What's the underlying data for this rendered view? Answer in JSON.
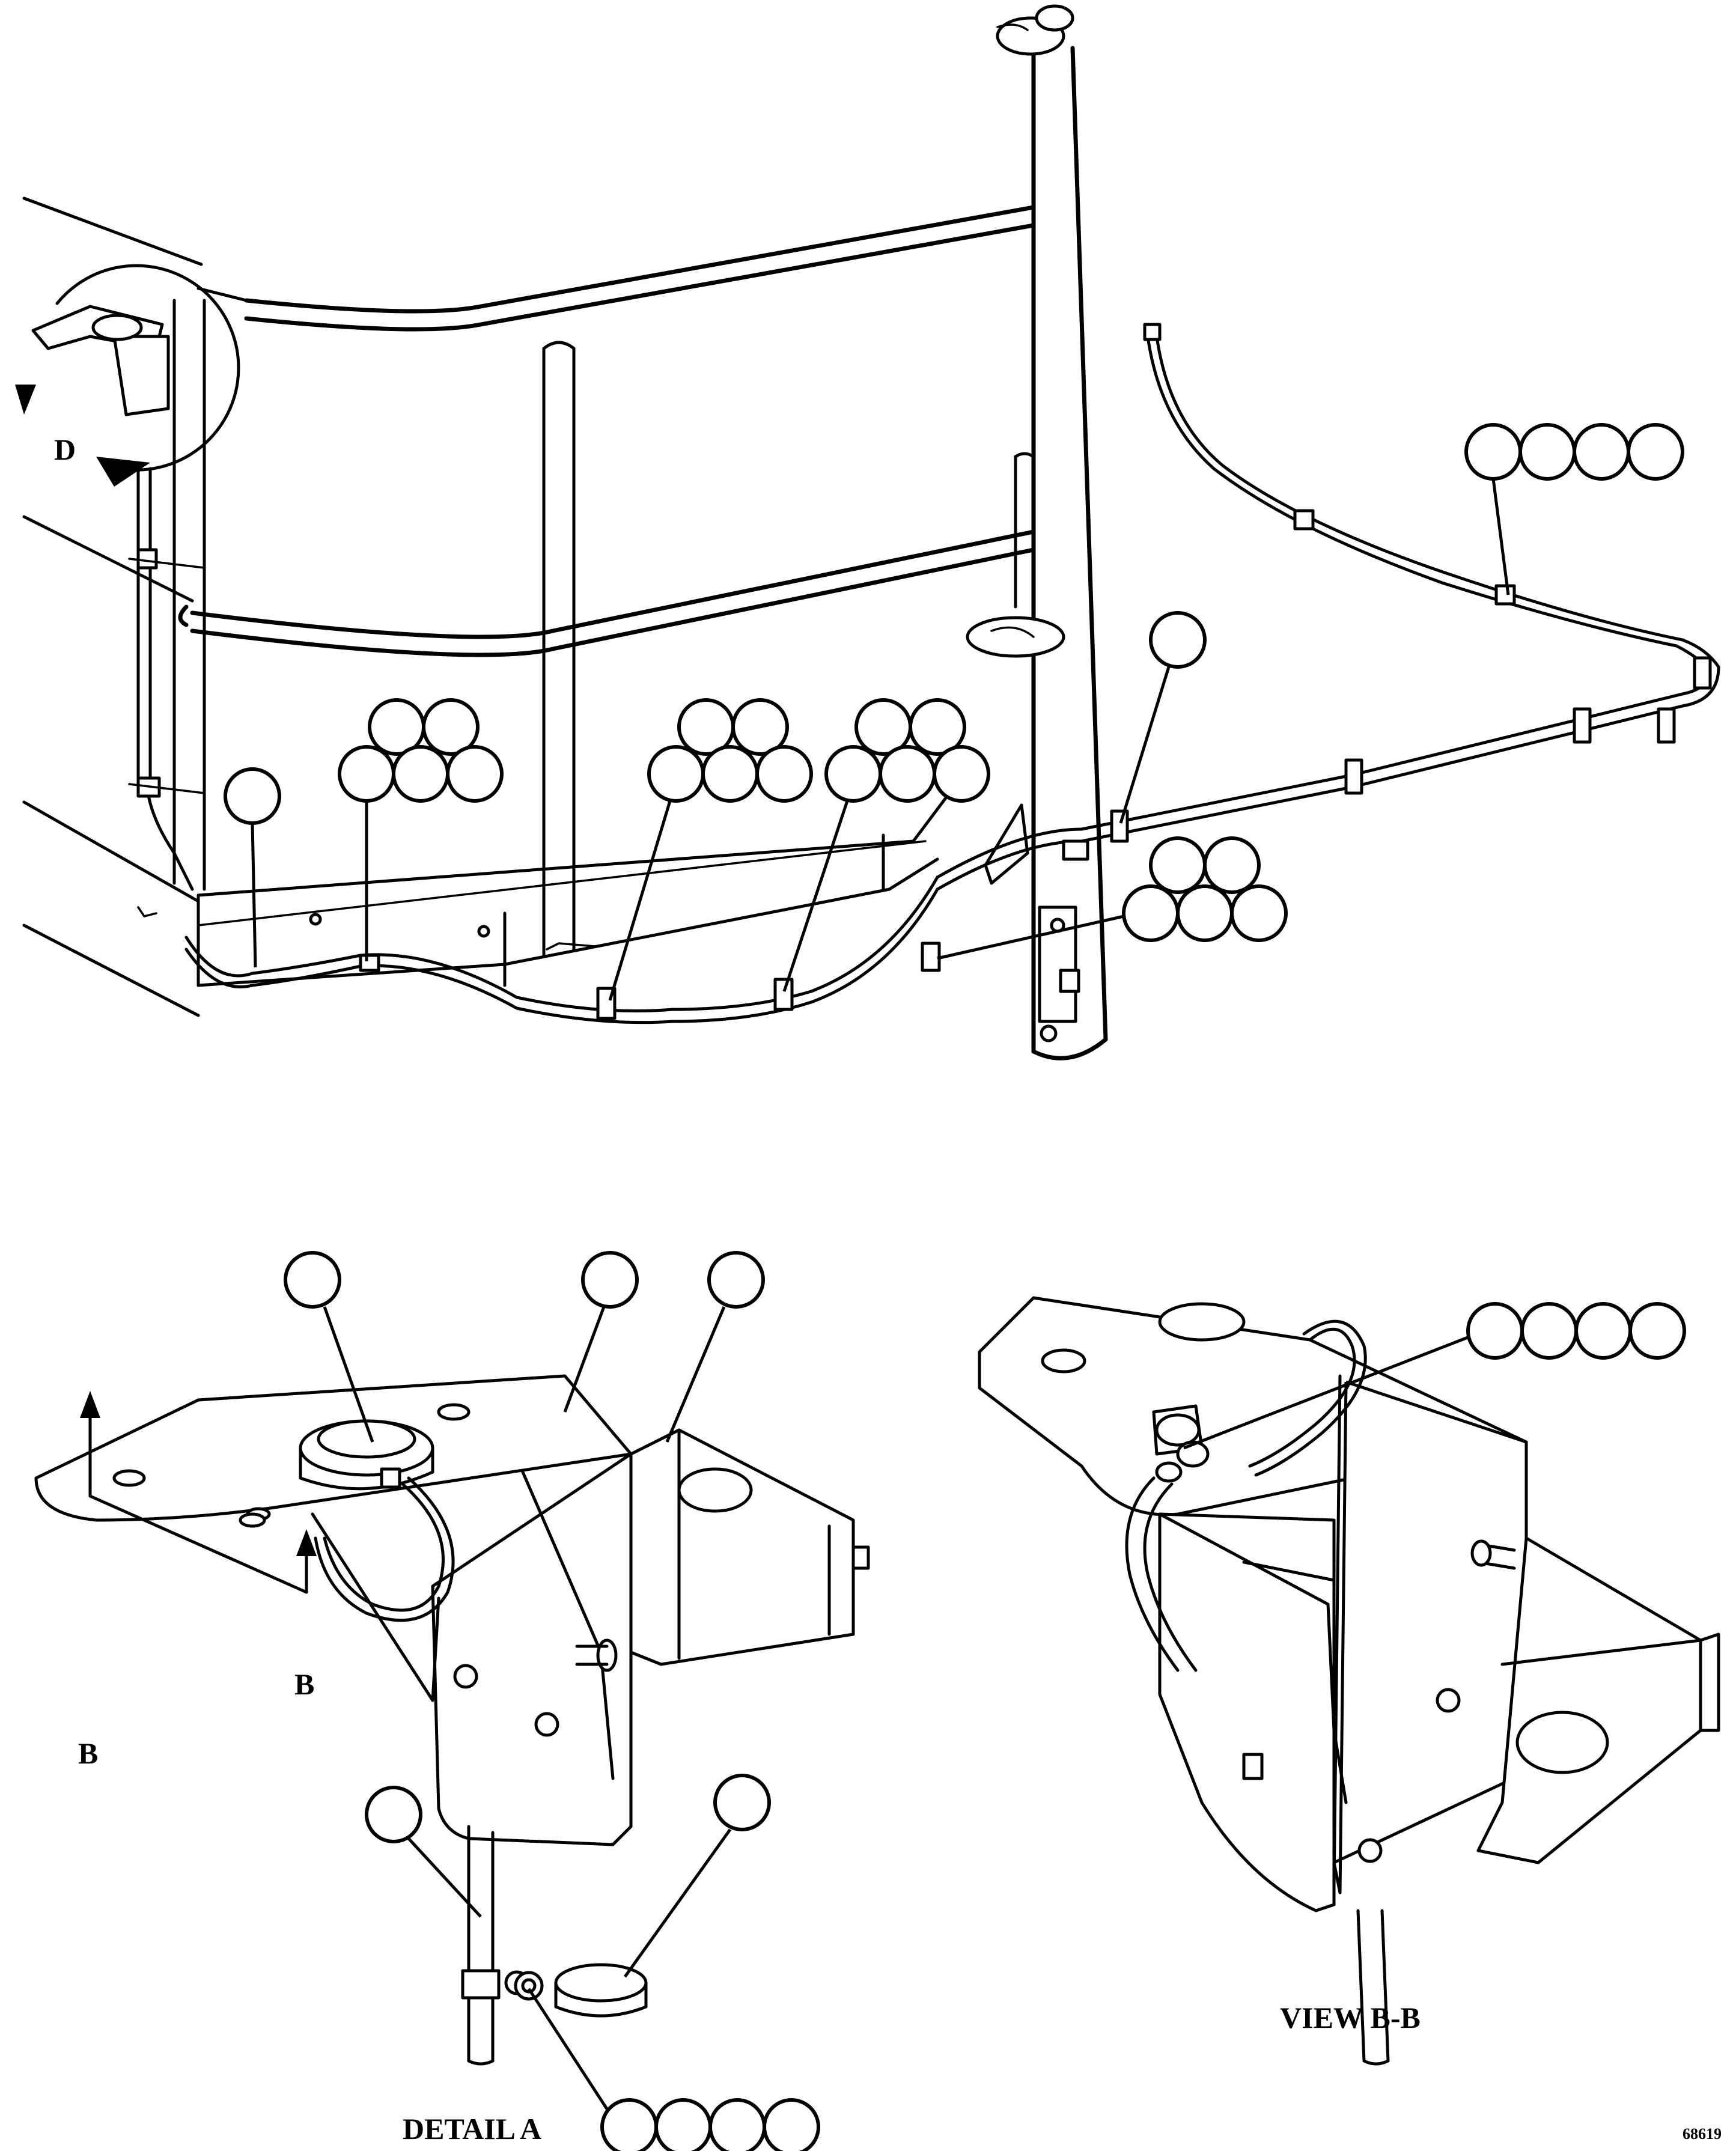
{
  "labels": {
    "detail_a": "DETAIL A",
    "view_bb": "VIEW B-B",
    "section_d": "D",
    "section_b_left": "B",
    "section_b_right": "B",
    "figure_number": "68619"
  },
  "callout_counts": {
    "top_right_group": 4,
    "bottom_right_group": 4,
    "bottom_detail_group": 4
  }
}
